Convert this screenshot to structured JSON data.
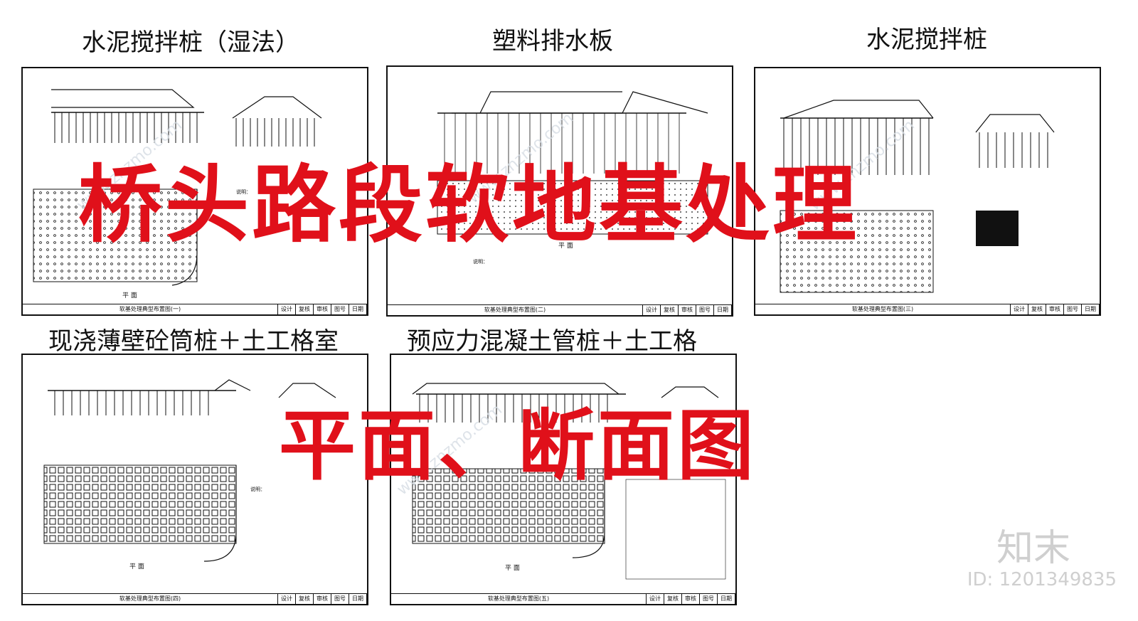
{
  "panels": [
    {
      "title": "水泥搅拌桩（湿法）",
      "sheet_name": "软基处理典型布置图(一)"
    },
    {
      "title": "塑料排水板",
      "sheet_name": "软基处理典型布置图(二)"
    },
    {
      "title": "水泥搅拌桩",
      "sheet_name": "软基处理典型布置图(三)"
    },
    {
      "title": "现浇薄壁砼筒桩＋土工格室",
      "sheet_name": "软基处理典型布置图(四)"
    },
    {
      "title": "预应力混凝土管桩＋土工格",
      "sheet_name": "软基处理典型布置图(五)"
    }
  ],
  "titleblock": {
    "design": "设计",
    "review": "复核",
    "check": "审核",
    "drawing_no": "图号",
    "date": "日期"
  },
  "labels": {
    "plan": "平 面",
    "notes_head": "说明："
  },
  "overlay": {
    "line1": "桥头路段软地基处理",
    "line2": "平面、断面图"
  },
  "watermark": {
    "logo": "知末",
    "id": "ID: 1201349835",
    "site": "www.znzmo.com"
  },
  "colors": {
    "overlay": "#e0101a",
    "ink": "#111111"
  }
}
